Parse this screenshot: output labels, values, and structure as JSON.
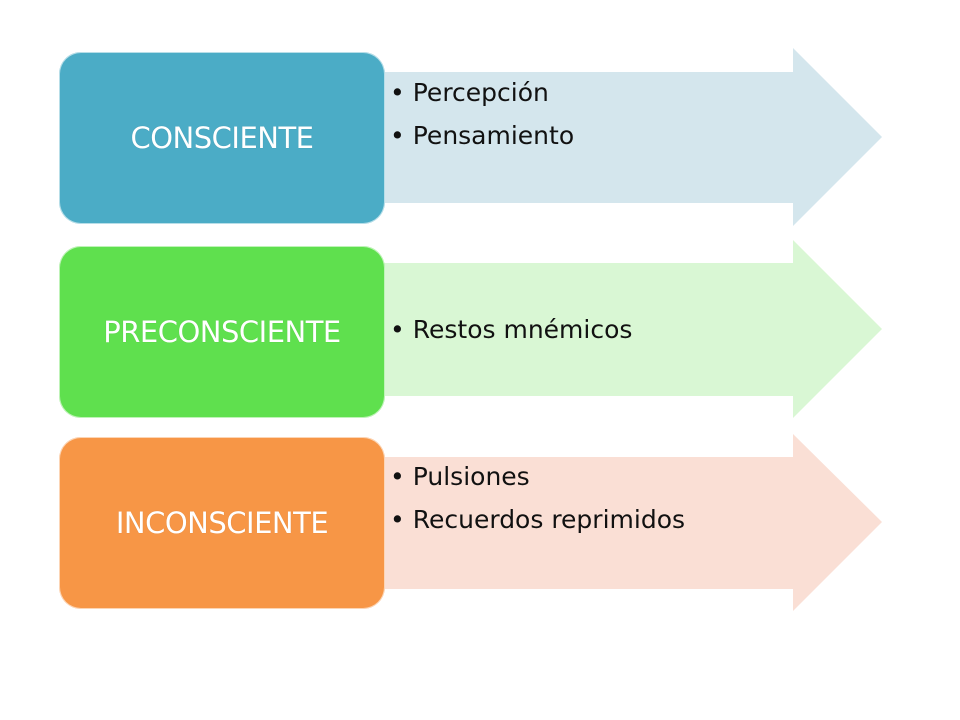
{
  "rows": [
    {
      "label": "CONSCIENTE",
      "box_color": "#4BACC6",
      "arrow_color": "#D4E6ED",
      "items": [
        "Percepción",
        "Pensamiento"
      ]
    },
    {
      "label": "PRECONSCIENTE",
      "box_color": "#5FE04E",
      "arrow_color": "#D9F7D4",
      "items": [
        "Restos mnémicos"
      ]
    },
    {
      "label": "INCONSCIENTE",
      "box_color": "#F79646",
      "arrow_color": "#FADFD5",
      "items": [
        "Pulsiones",
        "Recuerdos reprimidos"
      ]
    }
  ]
}
